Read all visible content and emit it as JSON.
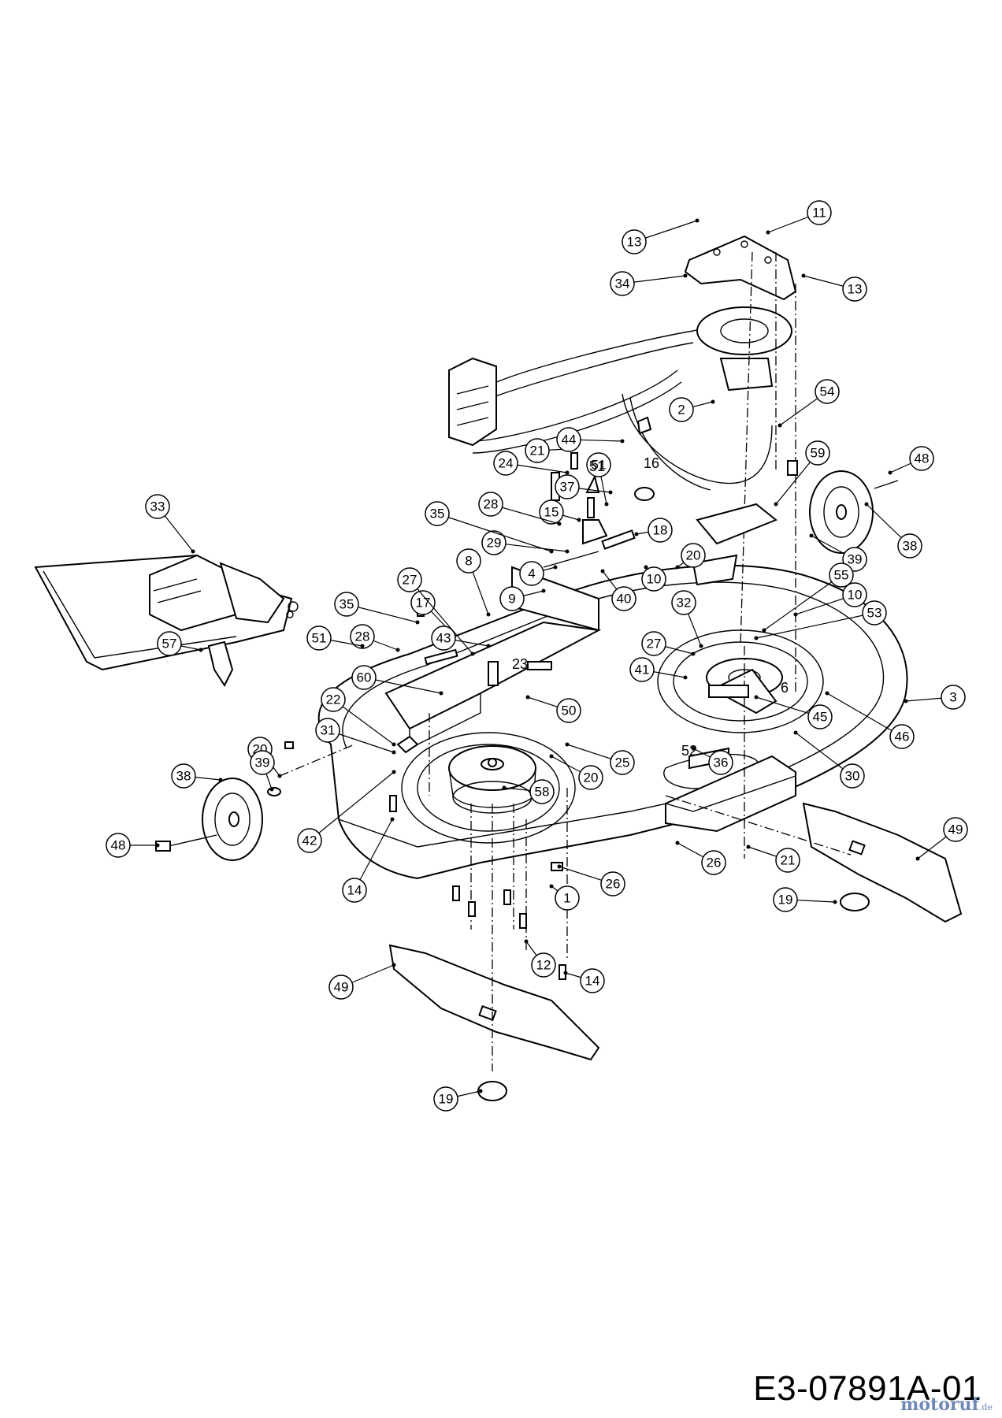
{
  "diagram": {
    "drawing_code": "E3-07891A-01",
    "watermark": "motoruf",
    "watermark_suffix": ".de",
    "callouts": [
      {
        "n": "1"
      },
      {
        "n": "2"
      },
      {
        "n": "3"
      },
      {
        "n": "4"
      },
      {
        "n": "6"
      },
      {
        "n": "8"
      },
      {
        "n": "9"
      },
      {
        "n": "10"
      },
      {
        "n": "10"
      },
      {
        "n": "11"
      },
      {
        "n": "12"
      },
      {
        "n": "13"
      },
      {
        "n": "13"
      },
      {
        "n": "14"
      },
      {
        "n": "14"
      },
      {
        "n": "15"
      },
      {
        "n": "16"
      },
      {
        "n": "17"
      },
      {
        "n": "18"
      },
      {
        "n": "19"
      },
      {
        "n": "19"
      },
      {
        "n": "20"
      },
      {
        "n": "20"
      },
      {
        "n": "20"
      },
      {
        "n": "21"
      },
      {
        "n": "21"
      },
      {
        "n": "22"
      },
      {
        "n": "23"
      },
      {
        "n": "24"
      },
      {
        "n": "25"
      },
      {
        "n": "26"
      },
      {
        "n": "26"
      },
      {
        "n": "27"
      },
      {
        "n": "27"
      },
      {
        "n": "28"
      },
      {
        "n": "28"
      },
      {
        "n": "29"
      },
      {
        "n": "30"
      },
      {
        "n": "31"
      },
      {
        "n": "32"
      },
      {
        "n": "33"
      },
      {
        "n": "34"
      },
      {
        "n": "35"
      },
      {
        "n": "35"
      },
      {
        "n": "36"
      },
      {
        "n": "37"
      },
      {
        "n": "38"
      },
      {
        "n": "38"
      },
      {
        "n": "39"
      },
      {
        "n": "39"
      },
      {
        "n": "40"
      },
      {
        "n": "41"
      },
      {
        "n": "42"
      },
      {
        "n": "43"
      },
      {
        "n": "44"
      },
      {
        "n": "45"
      },
      {
        "n": "46"
      },
      {
        "n": "48"
      },
      {
        "n": "48"
      },
      {
        "n": "49"
      },
      {
        "n": "49"
      },
      {
        "n": "50"
      },
      {
        "n": "51"
      },
      {
        "n": "51"
      },
      {
        "n": "52"
      },
      {
        "n": "53"
      },
      {
        "n": "54"
      },
      {
        "n": "55"
      },
      {
        "n": "57"
      },
      {
        "n": "58"
      },
      {
        "n": "59"
      },
      {
        "n": "60"
      }
    ]
  }
}
